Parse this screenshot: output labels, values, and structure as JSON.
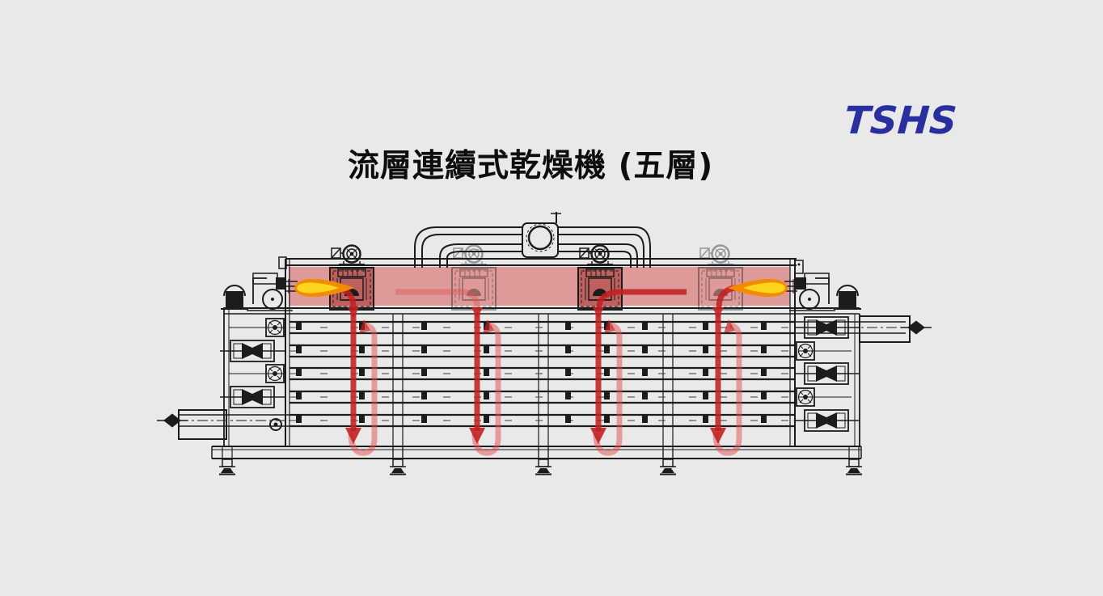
{
  "header": {
    "logo_text": "TSHS",
    "title": "流層連續式乾燥機 (五層)"
  },
  "diagram": {
    "belt_layer_count": 5,
    "burner_box_count": 4,
    "airflow_column_count": 4,
    "colors": {
      "bg": "#e9e9e9",
      "line": "#1c1c1c",
      "blue": "#2a2f9f",
      "titleColor": "#0e0e0e",
      "hot": "rgba(206,32,32,0.40)",
      "hotDark": "rgba(141,2,2,0.38)",
      "flowDark": "#c32020",
      "flowLight": "rgba(226,77,77,0.50)",
      "flameOuter": "#f18c00",
      "flameInner": "#ffd41d",
      "faintOpacity": "0.40"
    }
  }
}
